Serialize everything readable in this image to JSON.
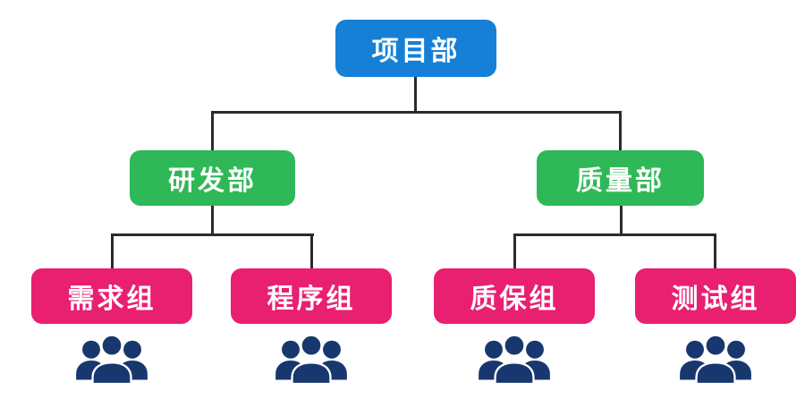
{
  "diagram": {
    "type": "org-chart",
    "root": {
      "label": "项目部"
    },
    "departments": [
      {
        "label": "研发部"
      },
      {
        "label": "质量部"
      }
    ],
    "groups": [
      {
        "label": "需求组",
        "parent": "研发部"
      },
      {
        "label": "程序组",
        "parent": "研发部"
      },
      {
        "label": "质保组",
        "parent": "质量部"
      },
      {
        "label": "测试组",
        "parent": "质量部"
      }
    ]
  },
  "icons": [
    {
      "name": "people-icon",
      "meaning": "team members group silhouette"
    }
  ],
  "colors": {
    "root_fill": "#1580d6",
    "dept_fill": "#2fb857",
    "group_fill": "#e91f70",
    "line": "#2b2b2b",
    "icon": "#17376e",
    "text": "#ffffff",
    "background": "#ffffff"
  }
}
